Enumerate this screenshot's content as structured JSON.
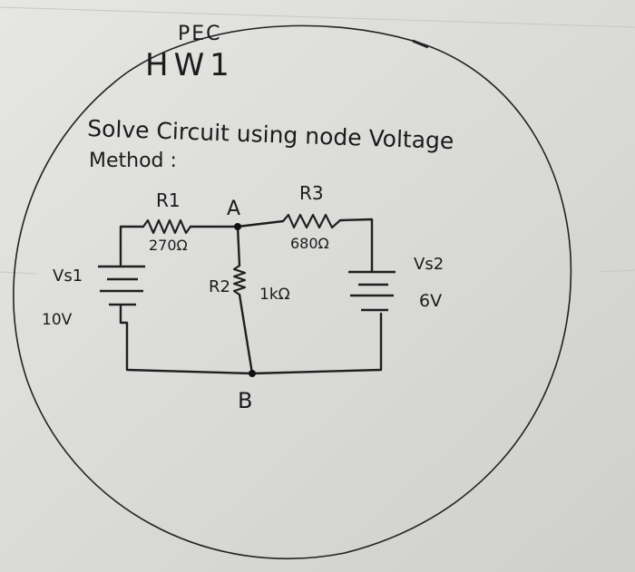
{
  "header": {
    "course": "PEC",
    "title": "HW1"
  },
  "problem": {
    "line1": "Solve Circuit using node Voltage",
    "line2": "Method :"
  },
  "circuit": {
    "node_a": "A",
    "node_b": "B",
    "r1": {
      "name": "R1",
      "value": "270Ω"
    },
    "r2": {
      "name": "R2",
      "value": "1kΩ"
    },
    "r3": {
      "name": "R3",
      "value": "680Ω"
    },
    "vs1": {
      "name": "Vs1",
      "value": "10V"
    },
    "vs2": {
      "name": "Vs2",
      "value": "6V"
    }
  },
  "colors": {
    "paper": "#d9d9d7",
    "ink": "#1b1b1b"
  }
}
